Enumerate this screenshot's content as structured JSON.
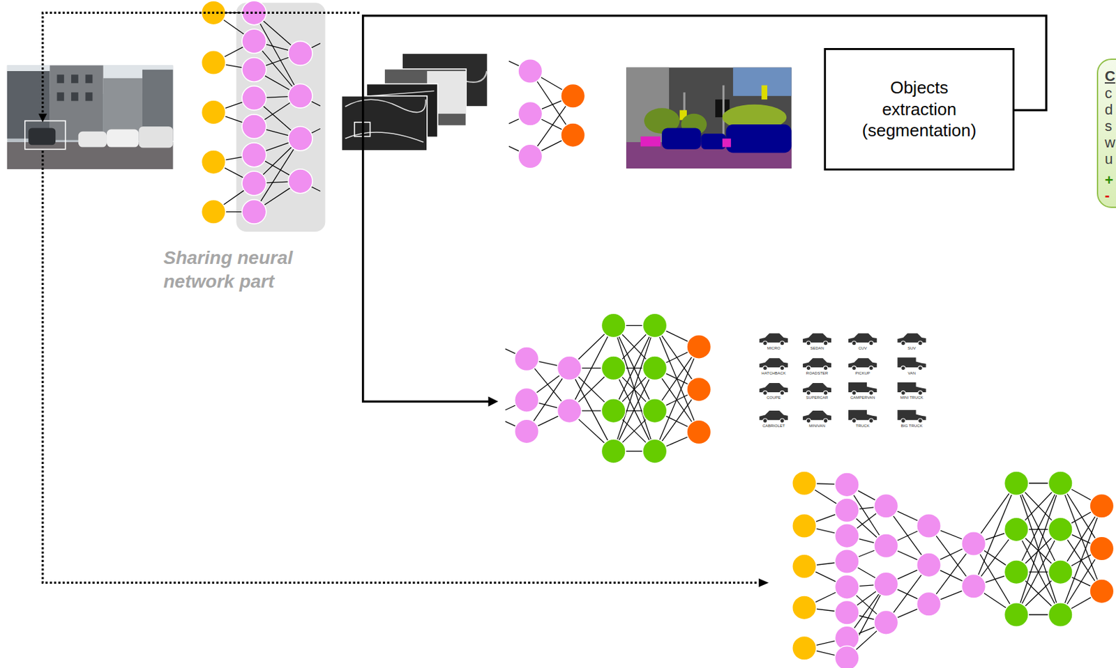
{
  "diagram": {
    "nodes": [
      {
        "text": [
          "Objects extraction (segmentation)"
        ]
      },
      {
        "text": [
          "C",
          "c d s w u",
          "+",
          "-"
        ]
      }
    ],
    "labels": [
      "Sharing neural network part",
      "MICRO",
      "SEDAN",
      "CUV",
      "SUV",
      "HATCHBACK",
      "ROADSTER",
      "PICKUP",
      "VAN",
      "COUPE",
      "SUPERCAR",
      "CAMPERVAN",
      "MINI TRUCK",
      "CABRIOLET",
      "MINIVAN",
      "TRUCK",
      "BIG TRUCK"
    ]
  }
}
